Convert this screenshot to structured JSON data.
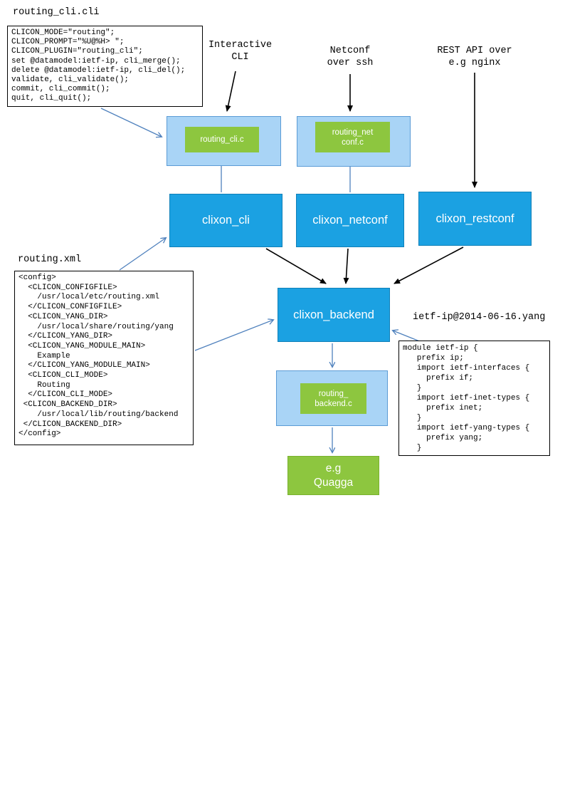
{
  "titles": {
    "routing_cli_file": "routing_cli.cli",
    "routing_xml_file": "routing.xml",
    "yang_file": "ietf-ip@2014-06-16.yang"
  },
  "annotations": {
    "interactive_cli": "Interactive\nCLI",
    "netconf": "Netconf\nover ssh",
    "rest_api": "REST API over\ne.g nginx"
  },
  "code": {
    "routing_cli": "CLICON_MODE=\"routing\";\nCLICON_PROMPT=\"%U@%H> \";\nCLICON_PLUGIN=\"routing_cli\";\nset @datamodel:ietf-ip, cli_merge();\ndelete @datamodel:ietf-ip, cli_del();\nvalidate, cli_validate();\ncommit, cli_commit();\nquit, cli_quit();",
    "routing_xml": "<config>\n  <CLICON_CONFIGFILE>\n    /usr/local/etc/routing.xml\n  </CLICON_CONFIGFILE>\n  <CLICON_YANG_DIR>\n    /usr/local/share/routing/yang\n  </CLICON_YANG_DIR>\n  <CLICON_YANG_MODULE_MAIN>\n    Example\n  </CLICON_YANG_MODULE_MAIN>\n  <CLICON_CLI_MODE>\n    Routing\n  </CLICON_CLI_MODE>\n <CLICON_BACKEND_DIR>\n    /usr/local/lib/routing/backend\n </CLICON_BACKEND_DIR>\n</config>",
    "yang": "module ietf-ip {\n   prefix ip;\n   import ietf-interfaces {\n     prefix if;\n   }\n   import ietf-inet-types {\n     prefix inet;\n   }\n   import ietf-yang-types {\n     prefix yang;\n   }"
  },
  "nodes": {
    "routing_cli_c": "routing_cli.c",
    "routing_netconf_c": "routing_net\nconf.c",
    "clixon_cli": "clixon_cli",
    "clixon_netconf": "clixon_netconf",
    "clixon_restconf": "clixon_restconf",
    "clixon_backend": "clixon_backend",
    "routing_backend_c": "routing_\nbackend.c",
    "quagga": "e.g\nQuagga"
  },
  "colors": {
    "node_blue": "#1ba1e2",
    "plugin_container_blue": "#a9d4f6",
    "plugin_green": "#8dc63f",
    "arrow_black": "#000000",
    "arrow_blue": "#4f81bd"
  }
}
